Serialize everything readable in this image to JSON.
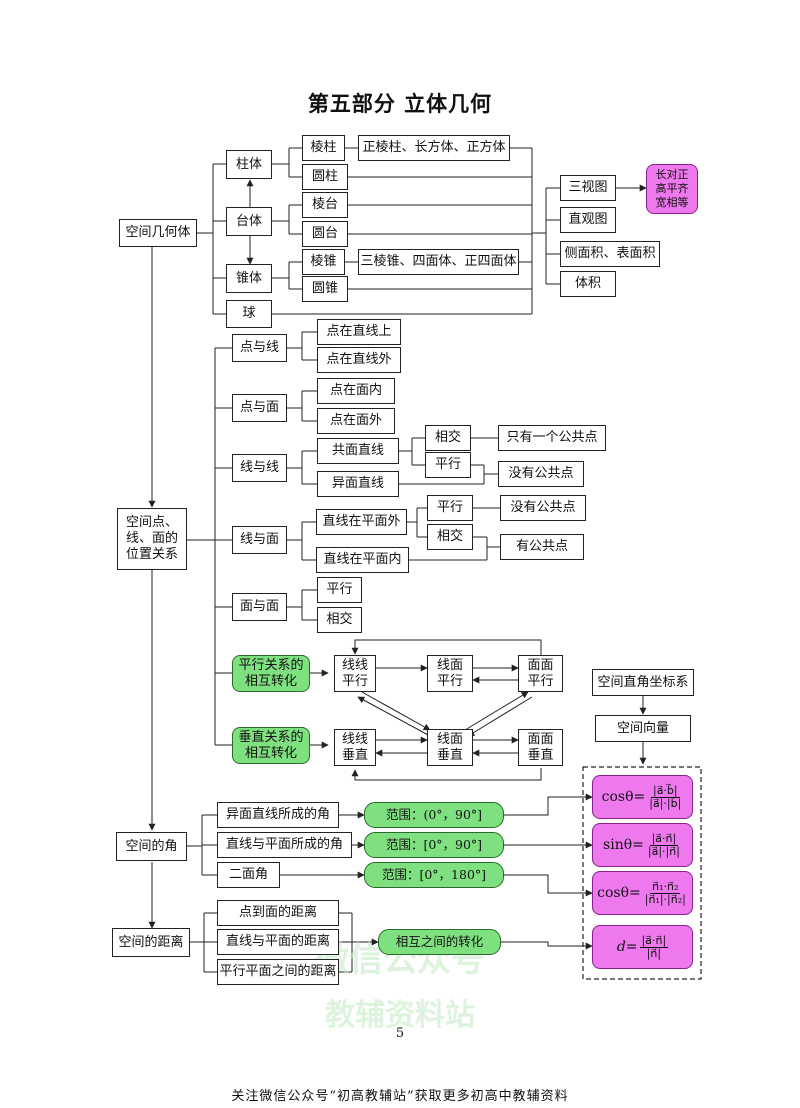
{
  "title": "第五部分    立体几何",
  "page_number": "5",
  "footer": "关注微信公众号“初高教辅站”获取更多初高中教辅资料",
  "watermark": {
    "line1": "微信公众号",
    "line2": "教辅资料站"
  },
  "solids": {
    "root": "空间几何体",
    "prism_group": "柱体",
    "frustum_group": "台体",
    "pyramid_group": "锥体",
    "sphere": "球",
    "prism": "棱柱",
    "prism_types": "正棱柱、长方体、正方体",
    "cylinder": "圆柱",
    "frustum": "棱台",
    "cone_frustum": "圆台",
    "pyramid": "棱锥",
    "pyramid_types": "三棱锥、四面体、正四面体",
    "cone": "圆锥",
    "three_views": "三视图",
    "three_views_rule": [
      "长对正",
      "高平齐",
      "宽相等"
    ],
    "intuitive_view": "直观图",
    "surface_area": "侧面积、表面积",
    "volume": "体积"
  },
  "positions": {
    "root": [
      "空间点、",
      "线、面的",
      "位置关系"
    ],
    "point_line": "点与线",
    "point_on_line": "点在直线上",
    "point_off_line": "点在直线外",
    "point_plane": "点与面",
    "point_in_plane": "点在面内",
    "point_off_plane": "点在面外",
    "line_line": "线与线",
    "coplanar_lines": "共面直线",
    "intersect": "相交",
    "one_common_point": "只有一个公共点",
    "parallel": "平行",
    "no_common_point": "没有公共点",
    "skew_lines": "异面直线",
    "line_plane": "线与面",
    "line_outside_plane": "直线在平面外",
    "lp_parallel": "平行",
    "lp_no_common": "没有公共点",
    "lp_intersect": "相交",
    "lp_has_common": "有公共点",
    "line_inside_plane": "直线在平面内",
    "plane_plane": "面与面",
    "pp_parallel": "平行",
    "pp_intersect": "相交",
    "parallel_transform": [
      "平行关系的",
      "相互转化"
    ],
    "perp_transform": [
      "垂直关系的",
      "相互转化"
    ],
    "ll_parallel": [
      "线线",
      "平行"
    ],
    "lp_parallel_node": [
      "线面",
      "平行"
    ],
    "pp_parallel_node": [
      "面面",
      "平行"
    ],
    "ll_perp": [
      "线线",
      "垂直"
    ],
    "lp_perp": [
      "线面",
      "垂直"
    ],
    "pp_perp": [
      "面面",
      "垂直"
    ]
  },
  "vectors": {
    "coord_system": "空间直角坐标系",
    "space_vector": "空间向量"
  },
  "angles": {
    "root": "空间的角",
    "skew_angle": "异面直线所成的角",
    "skew_range": "范围：(0°，90°]",
    "line_plane_angle": "直线与平面所成的角",
    "line_plane_range": "范围：[0°，90°]",
    "dihedral": "二面角",
    "dihedral_range": "范围：[0°，180°]"
  },
  "distances": {
    "root": "空间的距离",
    "point_plane": "点到面的距离",
    "line_plane": "直线与平面的距离",
    "plane_plane": "平行平面之间的距离",
    "mutual": "相互之间的转化"
  },
  "formulas": {
    "f1": {
      "lhs": "cosθ=",
      "num": "|a⃗·b⃗|",
      "den": "|a⃗|·|b⃗|"
    },
    "f2": {
      "lhs": "sinθ=",
      "num": "|a⃗·n⃗|",
      "den": "|a⃗|·|n⃗|"
    },
    "f3": {
      "lhs": "cosθ=",
      "num": "n⃗₁·n⃗₂",
      "den": "|n⃗₁|·|n⃗₂|"
    },
    "f4": {
      "lhs": "d=",
      "num": "|a⃗·n⃗|",
      "den": "|n⃗|"
    }
  },
  "colors": {
    "green": "#7ee07e",
    "pink": "#ee78ee",
    "line": "#222222"
  }
}
